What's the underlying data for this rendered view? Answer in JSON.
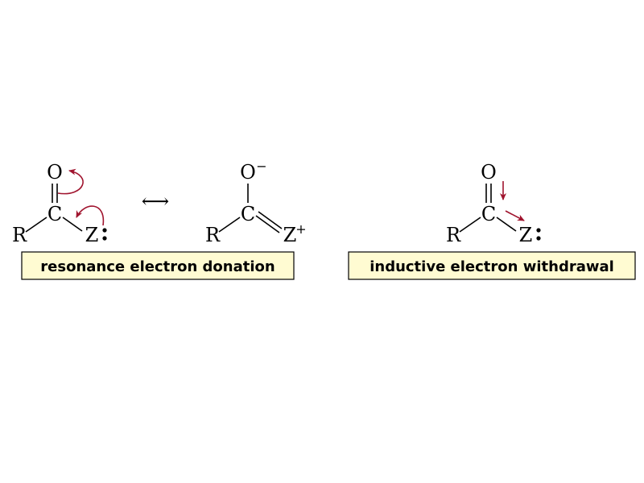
{
  "colors": {
    "arrow": "#a0142e",
    "caption_bg": "#fffbd2"
  },
  "left": {
    "structure1": {
      "o": "O",
      "c": "C",
      "r": "R",
      "z": "Z"
    },
    "resonance_symbol": "⟷",
    "structure2": {
      "o": "O",
      "o_charge": "−",
      "c": "C",
      "r": "R",
      "z": "Z",
      "z_charge": "+"
    },
    "caption": "resonance electron donation"
  },
  "right": {
    "structure": {
      "o": "O",
      "c": "C",
      "r": "R",
      "z": "Z"
    },
    "caption": "inductive electron withdrawal"
  }
}
